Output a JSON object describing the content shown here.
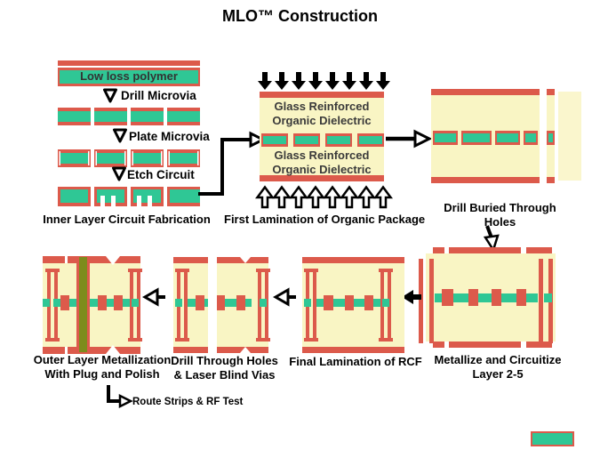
{
  "title": "MLO™ Construction",
  "colors": {
    "red": "#dc5a4b",
    "green": "#2fc795",
    "cream": "#f9f5c4",
    "olive": "#7d8c1c",
    "arrow_black": "#000000"
  },
  "inner_layer": {
    "polymer_label": "Low loss polymer",
    "step_drill": "Drill Microvia",
    "step_plate": "Plate Microvia",
    "step_etch": "Etch Circuit",
    "caption": "Inner Layer Circuit Fabrication"
  },
  "first_lamination": {
    "dielectric_upper": {
      "line1": "Glass Reinforced",
      "line2": "Organic Dielectric"
    },
    "dielectric_lower": {
      "line1": "Glass Reinforced",
      "line2": "Organic Dielectric"
    },
    "caption": "First Lamination of Organic Package"
  },
  "drill_buried": {
    "line1": "Drill Buried Through",
    "line2": "Holes"
  },
  "metallize": {
    "line1": "Metallize and Circuitize",
    "line2": "Layer 2-5"
  },
  "final_lamination": {
    "caption": "Final Lamination of RCF"
  },
  "drill_through": {
    "line1": "Drill Through Holes",
    "line2": "& Laser Blind Vias"
  },
  "outer_layer": {
    "line1": "Outer Layer Metallization",
    "line2": "With Plug and Polish"
  },
  "route": {
    "label": "Route Strips & RF Test"
  }
}
